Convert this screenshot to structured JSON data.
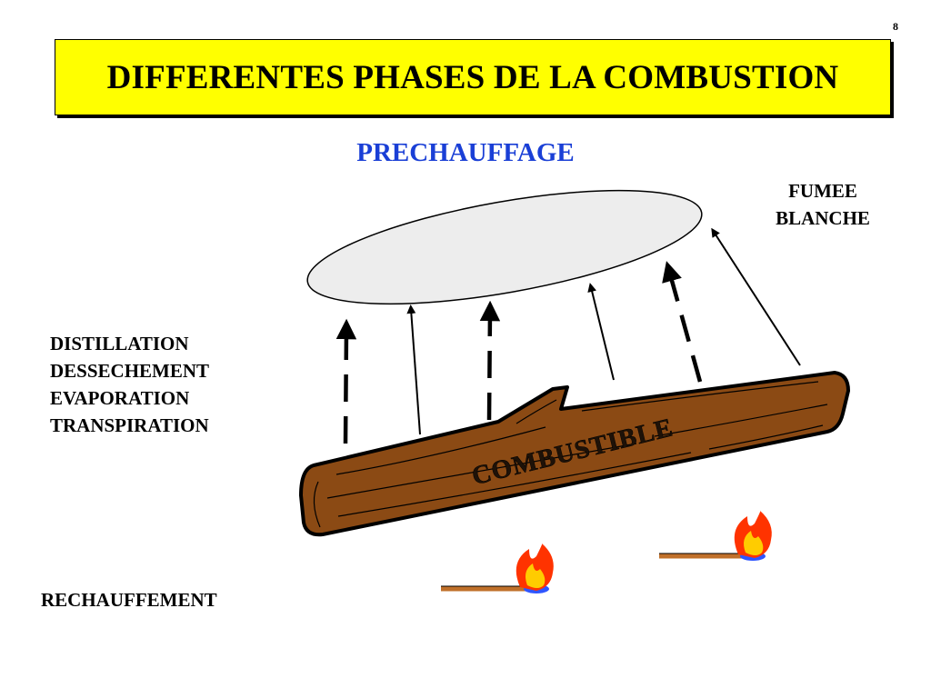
{
  "page_number": "8",
  "title": "DIFFERENTES PHASES DE LA COMBUSTION",
  "subtitle": "PRECHAUFFAGE",
  "smoke_label": {
    "line1": "FUMEE",
    "line2": "BLANCHE"
  },
  "process_list": [
    "DISTILLATION",
    "DESSECHEMENT",
    "EVAPORATION",
    "TRANSPIRATION"
  ],
  "log_label": "COMBUSTIBLE",
  "reheat_label": "RECHAUFFEMENT",
  "colors": {
    "title_bg": "#ffff00",
    "subtitle": "#1a3fd6",
    "log_fill": "#8b4a14",
    "log_outline": "#000000",
    "smoke_fill": "#ededed",
    "match_stick": "#c0702a",
    "flame_outer": "#ff3300",
    "flame_inner": "#ffcc00",
    "match_head": "#2f56ff"
  }
}
